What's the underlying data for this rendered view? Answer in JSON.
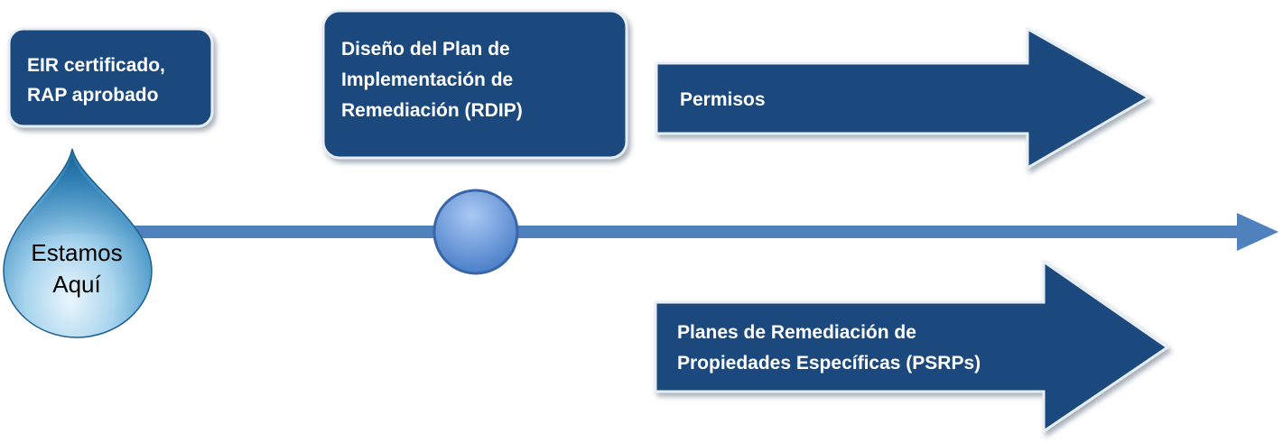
{
  "colors": {
    "box_fill": "#1f497d",
    "box_shadow": "#9aa6b2",
    "timeline": "#4f81bd",
    "drop_dark": "#1b6fa1",
    "drop_light": "#d9eef8",
    "node_fill": "#6f9fdc",
    "label_text": "#ffffff",
    "drop_text": "#000000"
  },
  "milestones": {
    "eir": "EIR certificado,\nRAP aprobado",
    "rdip": "Diseño del Plan de\nImplementación de\nRemediación (RDIP)"
  },
  "arrows": {
    "permisos": "Permisos",
    "psrps": "Planes de Remediación de\nPropiedades Específicas (PSRPs)"
  },
  "marker": {
    "label": "Estamos\nAquí"
  }
}
